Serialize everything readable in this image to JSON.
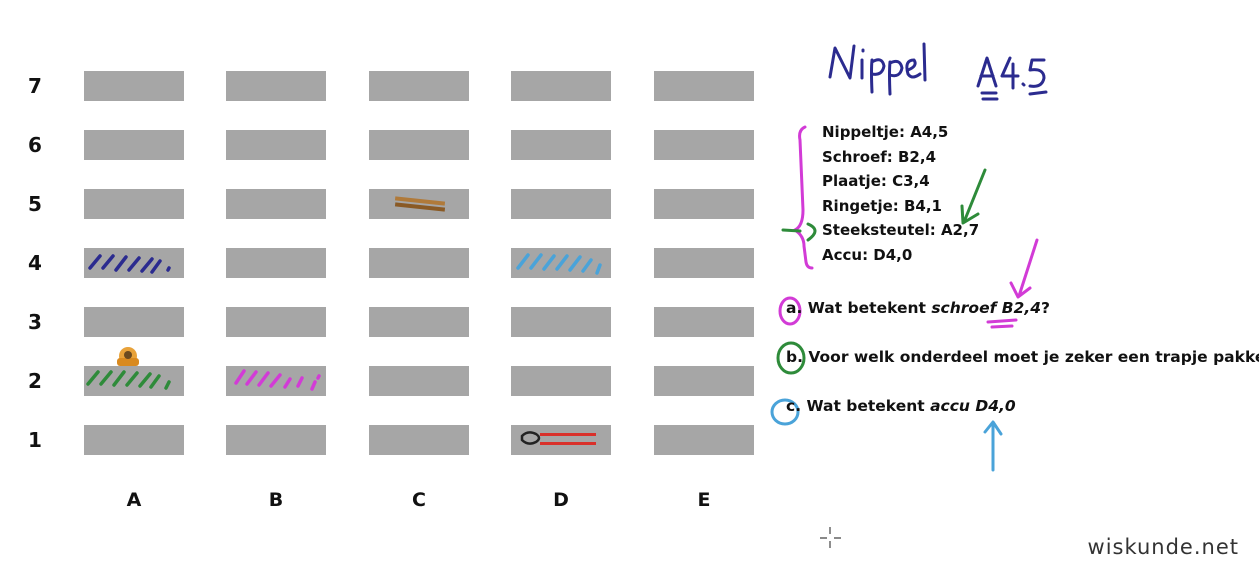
{
  "grid": {
    "rows": [
      "7",
      "6",
      "5",
      "4",
      "3",
      "2",
      "1"
    ],
    "columns": [
      "A",
      "B",
      "C",
      "D",
      "E"
    ]
  },
  "items": [
    {
      "name": "Nippeltje",
      "location": "A4,5"
    },
    {
      "name": "Schroef",
      "location": "B2,4"
    },
    {
      "name": "Plaatje",
      "location": "C3,4"
    },
    {
      "name": "Ringetje",
      "location": "B4,1"
    },
    {
      "name": "Steeksteutel",
      "location": "A2,7"
    },
    {
      "name": "Accu",
      "location": "D4,0"
    }
  ],
  "list_lines": [
    "Nippeltje: A4,5",
    "Schroef: B2,4",
    "Plaatje: C3,4",
    "Ringetje: B4,1",
    "Steeksteutel: A2,7",
    "Accu: D4,0"
  ],
  "questions": {
    "a": {
      "prefix": "a. Wat betekent ",
      "emph": "schroef B2,4",
      "suffix": "?"
    },
    "b": {
      "text": "b. Voor welk onderdeel moet je zeker een trapje pakken?"
    },
    "c": {
      "prefix": "c. Wat betekent ",
      "emph": "accu D4,0",
      "suffix": ""
    }
  },
  "handwriting": {
    "word": "Nippel",
    "code": "A4.5"
  },
  "brand": "wiskunde.net",
  "colors": {
    "shelf": "#a6a6a6",
    "navy": "#2b2b8f",
    "green": "#2e8b3a",
    "magenta": "#d23bd6",
    "blue": "#4aa3d9",
    "wood": "#b07a3a",
    "orange": "#e8a23a",
    "red": "#d9302a"
  }
}
